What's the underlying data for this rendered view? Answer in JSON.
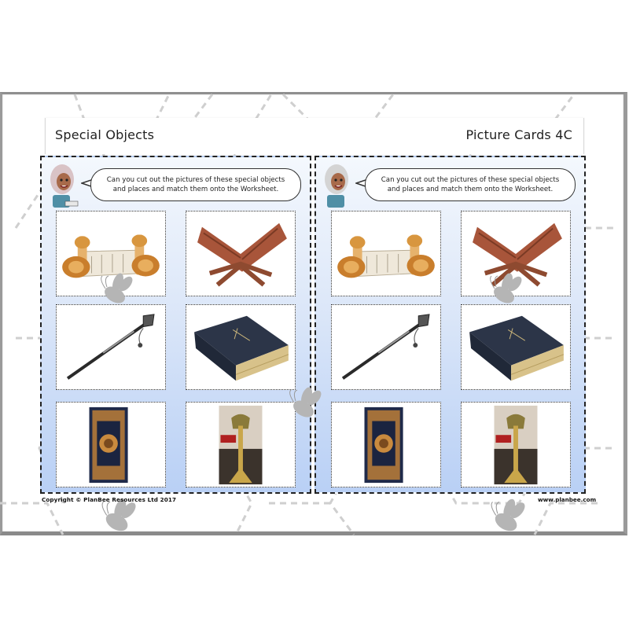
{
  "page": {
    "header": {
      "title_left": "Special Objects",
      "title_right": "Picture Cards 4C"
    },
    "panels": [
      {
        "id": "left",
        "speech_bubble": {
          "line1": "Can you cut out the pictures of these special objects",
          "line2": "and places and match them onto the Worksheet."
        },
        "cards": [
          {
            "icon": "torah-scroll-icon"
          },
          {
            "icon": "quran-stand-icon"
          },
          {
            "icon": "yad-pointer-icon"
          },
          {
            "icon": "bible-book-icon"
          },
          {
            "icon": "quran-book-icon"
          },
          {
            "icon": "lectern-icon"
          }
        ]
      },
      {
        "id": "right",
        "speech_bubble": {
          "line1": "Can you cut out the pictures of these special objects",
          "line2": "and places and match them onto the Worksheet."
        },
        "cards": [
          {
            "icon": "torah-scroll-icon"
          },
          {
            "icon": "quran-stand-icon"
          },
          {
            "icon": "yad-pointer-icon"
          },
          {
            "icon": "bible-book-icon"
          },
          {
            "icon": "quran-book-icon"
          },
          {
            "icon": "lectern-icon"
          }
        ]
      }
    ],
    "footer": {
      "copyright": "Copyright © PlanBee Resources Ltd 2017",
      "website": "www.planbee.com"
    },
    "colors": {
      "panel_gradient_top": "#f4f8fd",
      "panel_gradient_bottom": "#b9d0f5",
      "border": "#222222",
      "hex_lines": "#cfcfcf",
      "bee": "#b5b5b5"
    }
  }
}
